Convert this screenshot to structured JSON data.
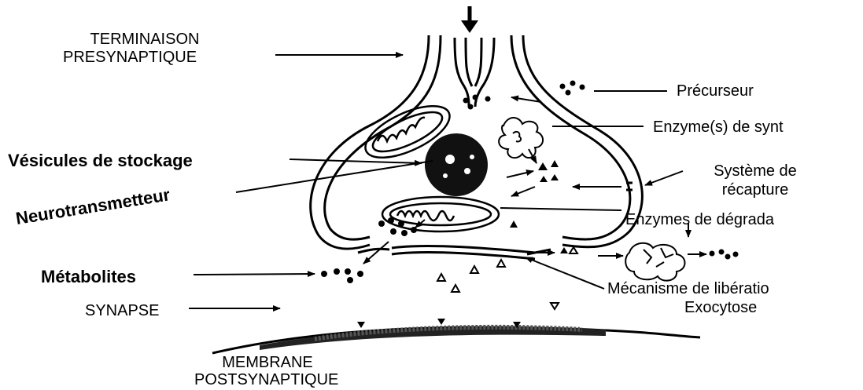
{
  "labels": {
    "terminaison_line1": "TERMINAISON",
    "terminaison_line2": "PRESYNAPTIQUE",
    "precurseur": "Précurseur",
    "enzyme_synthese": "Enzyme(s) de synt",
    "vesicules": "Vésicules de stockage",
    "systeme_line1": "Système de",
    "systeme_line2": "récapture",
    "neurotransmetteur": "Neurotransmetteur",
    "enzymes_degradation": "Enzymes de dégrada",
    "metabolites": "Métabolites",
    "mecanisme_line1": "Mécanisme de libératio",
    "mecanisme_line2": "Exocytose",
    "synapse": "SYNAPSE",
    "membrane_line1": "MEMBRANE",
    "membrane_line2": "POSTSYNAPTIQUE"
  },
  "colors": {
    "ink": "#000000",
    "background": "#ffffff"
  }
}
